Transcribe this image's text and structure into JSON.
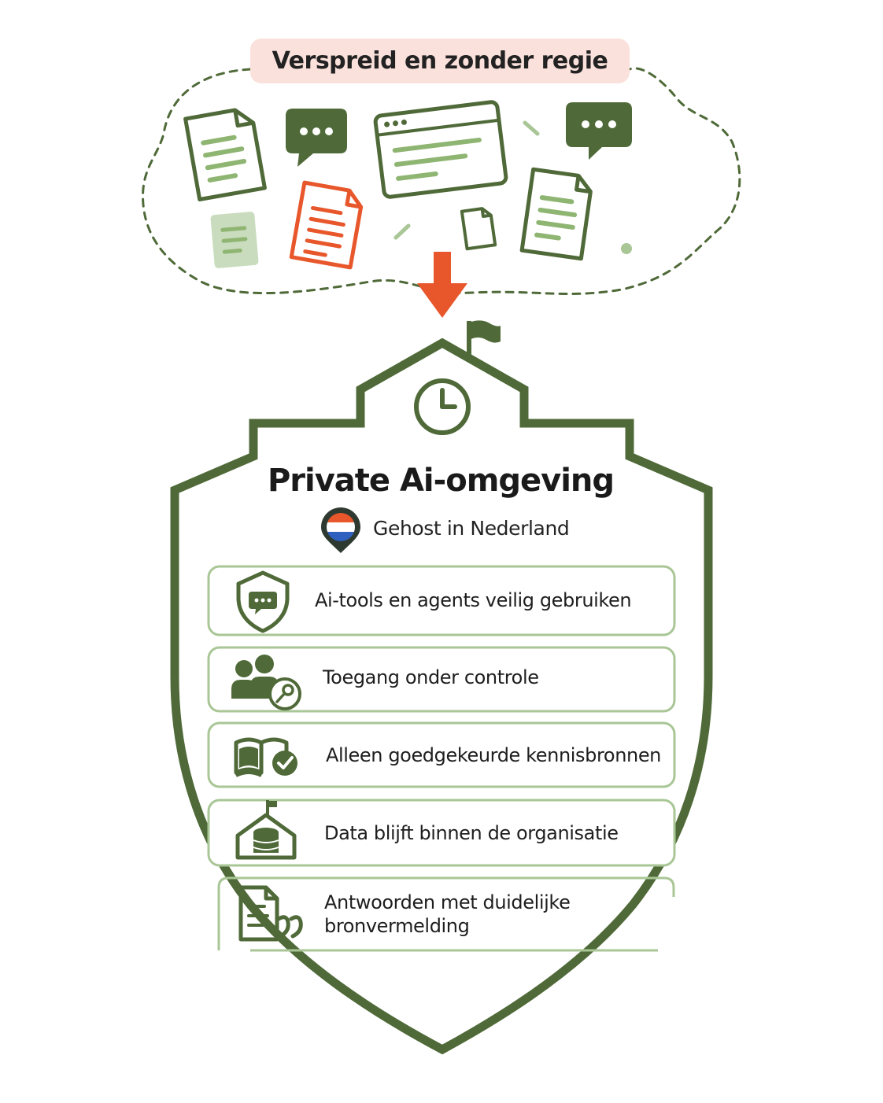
{
  "scattered": {
    "label": "Verspreid en zonder regie",
    "icons": [
      "document-icon",
      "chat-bubble-icon",
      "browser-window-icon",
      "chat-bubble-icon",
      "document-icon",
      "document-icon",
      "document-icon",
      "document-icon"
    ]
  },
  "arrow": {
    "icon": "arrow-down-icon",
    "color": "#e8572c"
  },
  "shield": {
    "title": "Private Ai-omgeving",
    "location": {
      "label": "Gehost in Nederland",
      "icon": "dutch-flag-pin-icon"
    },
    "features": [
      {
        "label": "Ai-tools en agents veilig gebruiken",
        "icon": "shield-chat-icon"
      },
      {
        "label": "Toegang onder controle",
        "icon": "users-key-icon"
      },
      {
        "label": "Alleen goedgekeurde kennisbronnen",
        "icon": "book-check-icon"
      },
      {
        "label": "Data blijft binnen de organisatie",
        "icon": "house-database-icon"
      },
      {
        "label_line1": "Antwoorden met duidelijke",
        "label_line2": "bronvermelding",
        "icon": "document-quote-icon"
      }
    ]
  },
  "colors": {
    "green_dark": "#4f6a38",
    "green_light": "#a9c696",
    "orange": "#e8572c",
    "pill_bg": "#fbe1dc"
  }
}
